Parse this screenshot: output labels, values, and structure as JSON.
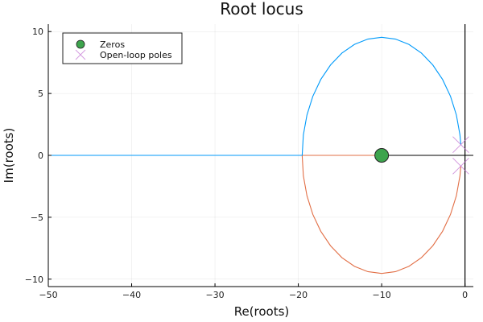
{
  "chart_data": {
    "type": "line",
    "title": "Root locus",
    "xlabel": "Re(roots)",
    "ylabel": "Im(roots)",
    "xlim": [
      -50,
      1
    ],
    "ylim": [
      -10.6,
      10.6
    ],
    "xticks": [
      -50,
      -40,
      -30,
      -20,
      -10,
      0
    ],
    "yticks": [
      -10,
      -5,
      0,
      5,
      10
    ],
    "xtick_labels": [
      "−50",
      "−40",
      "−30",
      "−20",
      "−10",
      "0"
    ],
    "ytick_labels": [
      "−10",
      "−5",
      "0",
      "5",
      "10"
    ],
    "grid": true,
    "legend_position": "top-left",
    "series": [
      {
        "color": "#009AFA",
        "points": [
          [
            -0.5,
            0.866
          ],
          [
            -0.606,
            1.657
          ],
          [
            -1.036,
            3.262
          ],
          [
            -1.739,
            4.77
          ],
          [
            -2.693,
            6.132
          ],
          [
            -3.868,
            7.307
          ],
          [
            -5.23,
            8.261
          ],
          [
            -6.738,
            8.964
          ],
          [
            -8.343,
            9.394
          ],
          [
            -10,
            9.539
          ],
          [
            -11.657,
            9.394
          ],
          [
            -13.262,
            8.964
          ],
          [
            -14.77,
            8.261
          ],
          [
            -16.132,
            7.307
          ],
          [
            -17.307,
            6.132
          ],
          [
            -18.261,
            4.77
          ],
          [
            -18.964,
            3.262
          ],
          [
            -19.394,
            1.657
          ],
          [
            -19.539,
            0
          ],
          [
            -50,
            0
          ]
        ]
      },
      {
        "color": "#E26F46",
        "points": [
          [
            -0.5,
            -0.866
          ],
          [
            -0.606,
            -1.657
          ],
          [
            -1.036,
            -3.262
          ],
          [
            -1.739,
            -4.77
          ],
          [
            -2.693,
            -6.132
          ],
          [
            -3.868,
            -7.307
          ],
          [
            -5.23,
            -8.261
          ],
          [
            -6.738,
            -8.964
          ],
          [
            -8.343,
            -9.394
          ],
          [
            -10,
            -9.539
          ],
          [
            -11.657,
            -9.394
          ],
          [
            -13.262,
            -8.964
          ],
          [
            -14.77,
            -8.261
          ],
          [
            -16.132,
            -7.307
          ],
          [
            -17.307,
            -6.132
          ],
          [
            -18.261,
            -4.77
          ],
          [
            -18.964,
            -3.262
          ],
          [
            -19.394,
            -1.657
          ],
          [
            -19.539,
            0
          ],
          [
            -10,
            0
          ]
        ]
      }
    ],
    "zeros": {
      "name": "Zeros",
      "color": "#3DA44D",
      "points": [
        [
          -10,
          0
        ]
      ]
    },
    "poles": {
      "name": "Open-loop poles",
      "color": "#C271D2",
      "points": [
        [
          -0.5,
          0.866
        ],
        [
          -0.5,
          -0.866
        ]
      ]
    },
    "reference_lines": {
      "color": "#000000",
      "hline": 0,
      "vline": 0
    }
  }
}
